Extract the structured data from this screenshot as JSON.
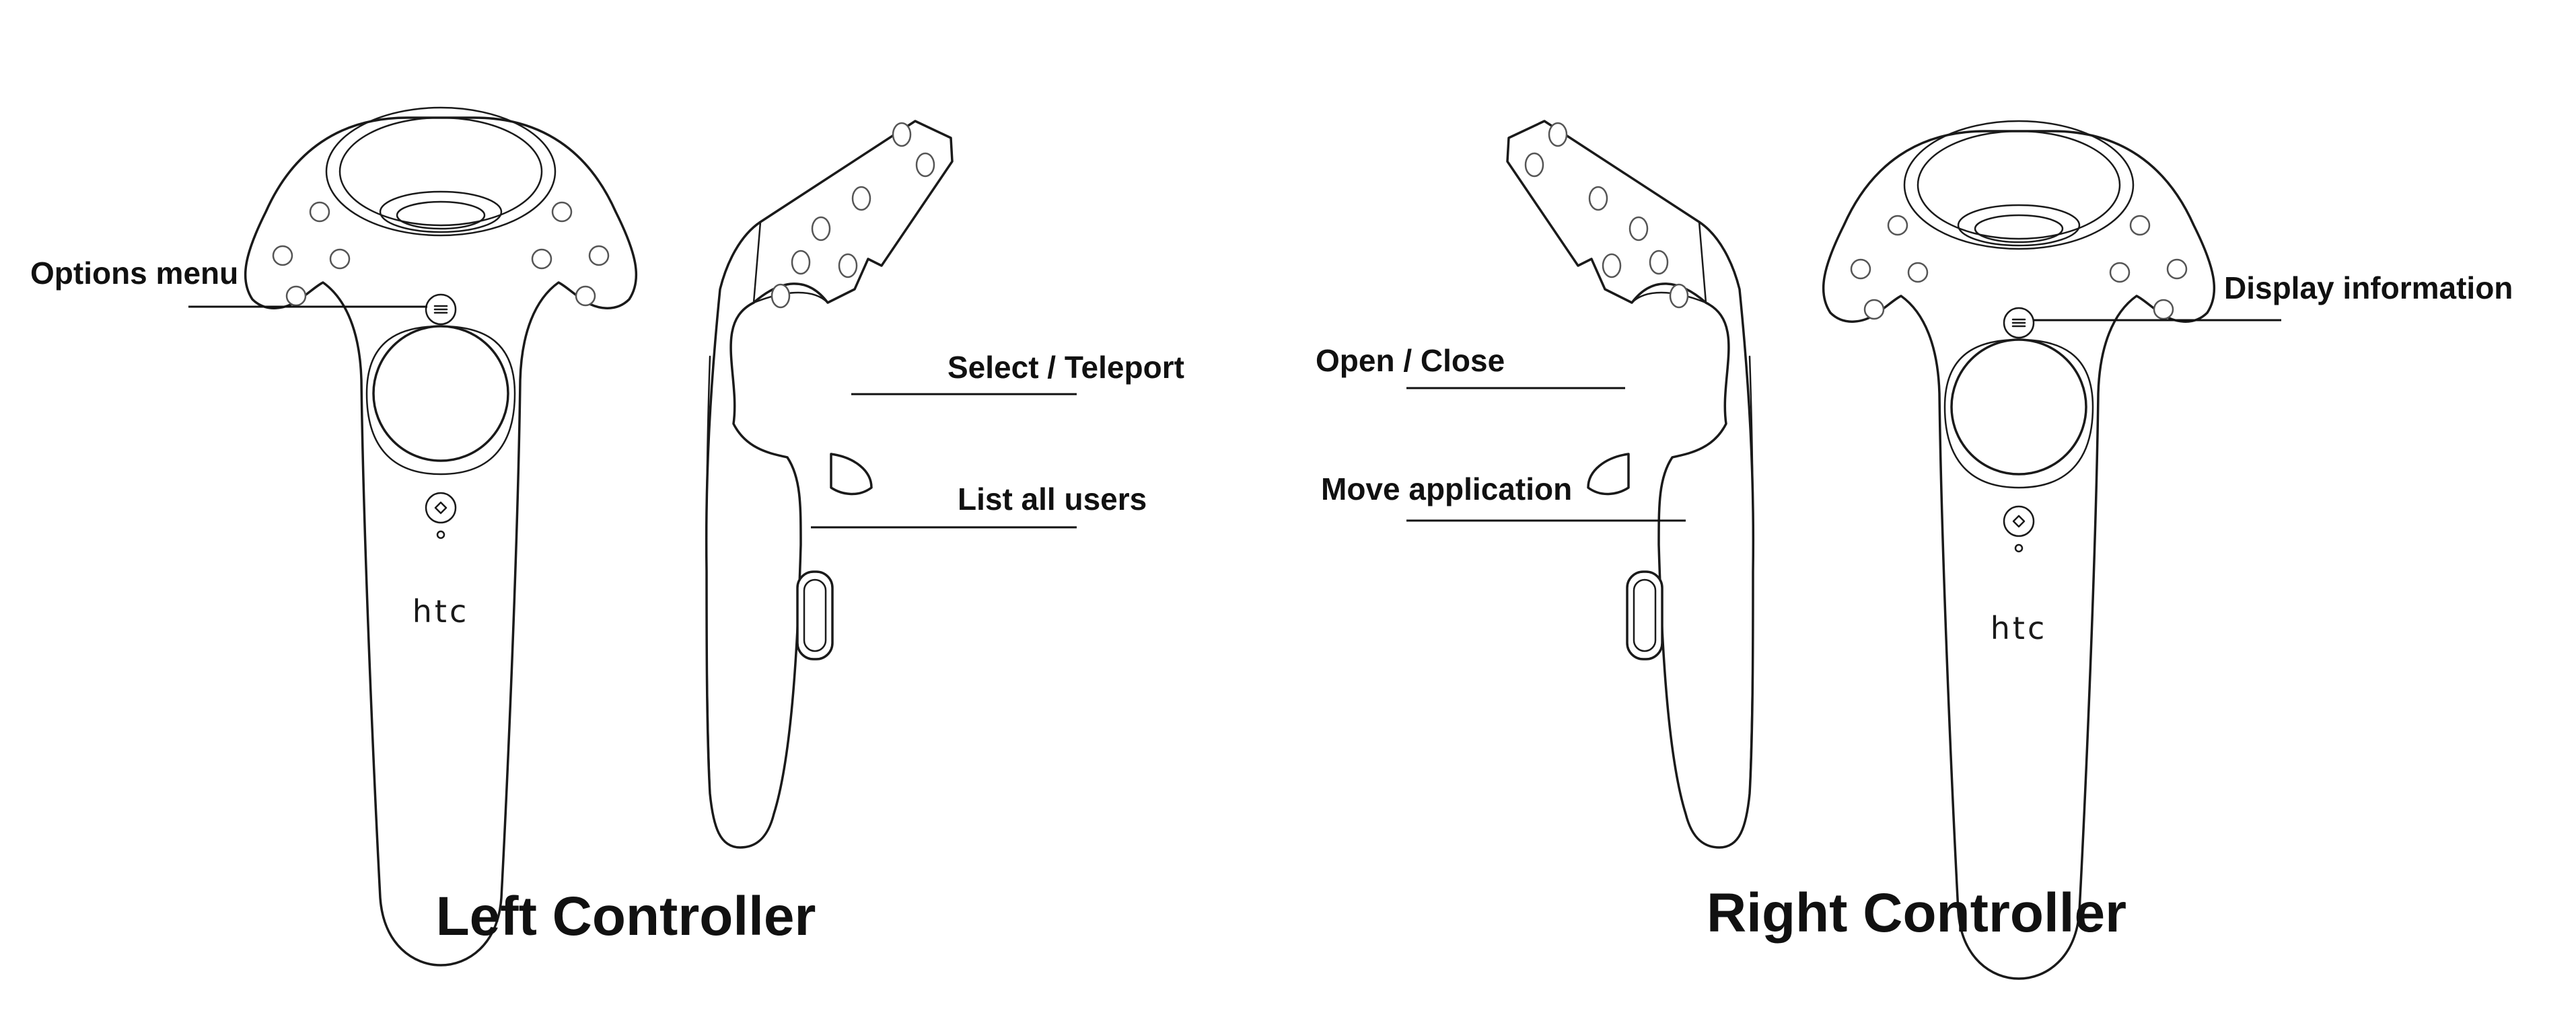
{
  "labels": {
    "left": {
      "caption": "Left Controller",
      "menu": "Options menu",
      "trigger": "Select / Teleport",
      "grip": "List all users"
    },
    "right": {
      "caption": "Right Controller",
      "menu": "Display information",
      "trigger": "Open / Close",
      "grip": "Move application"
    },
    "brand": "htc"
  }
}
